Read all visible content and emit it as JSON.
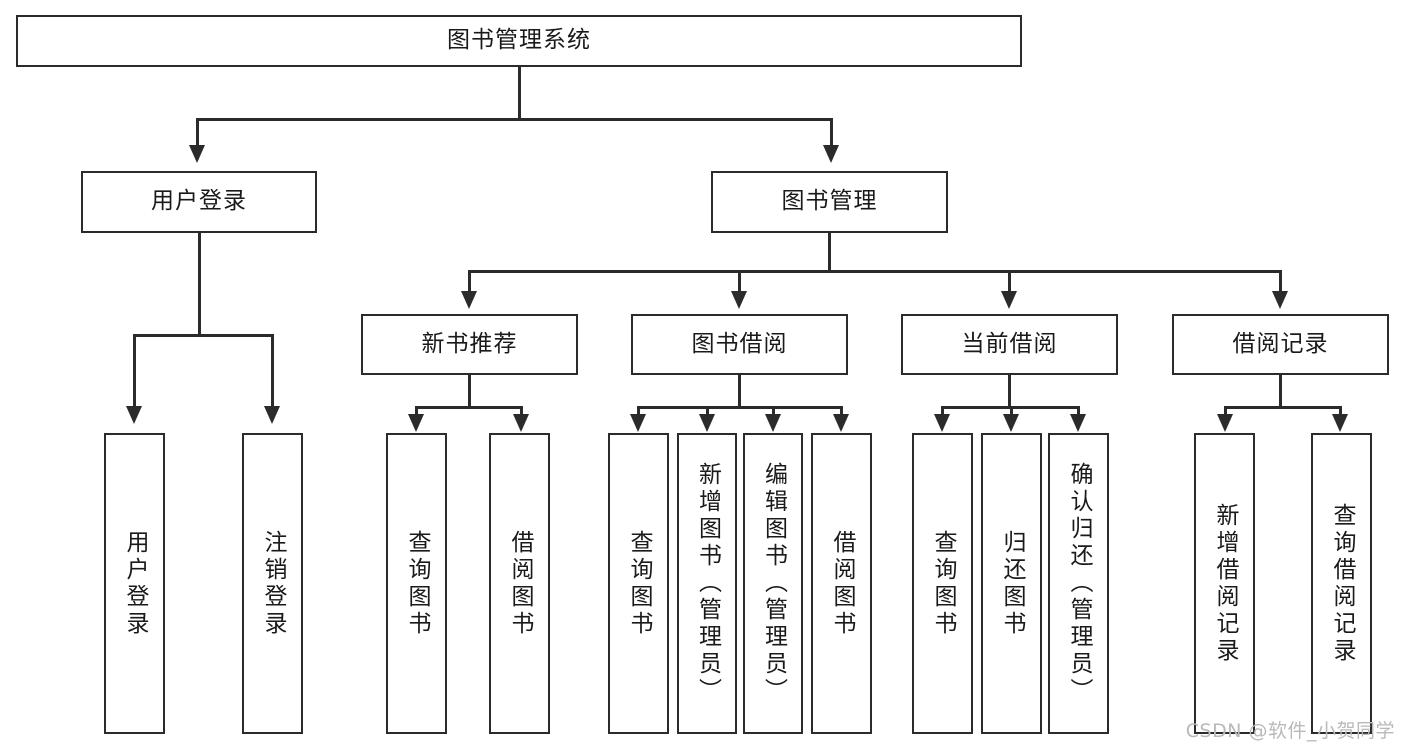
{
  "diagram": {
    "type": "tree",
    "title": "图书管理系统",
    "watermark": "CSDN @软件_小贺同学",
    "colors": {
      "stroke": "#2b2b2b",
      "fill": "#ffffff",
      "text": "#1a1a1a",
      "watermark": "#b9b9b9"
    },
    "levels": {
      "root": {
        "label": "图书管理系统"
      },
      "level2": [
        {
          "label": "用户登录"
        },
        {
          "label": "图书管理"
        }
      ],
      "level3": [
        {
          "label": "新书推荐"
        },
        {
          "label": "图书借阅"
        },
        {
          "label": "当前借阅"
        },
        {
          "label": "借阅记录"
        }
      ],
      "leaves": {
        "user_login": [
          {
            "label": "用户登录"
          },
          {
            "label": "注销登录"
          }
        ],
        "new_book": [
          {
            "label": "查询图书"
          },
          {
            "label": "借阅图书"
          }
        ],
        "book_borrow": [
          {
            "label": "查询图书"
          },
          {
            "label": "新增图书（管理员）"
          },
          {
            "label": "编辑图书（管理员）"
          },
          {
            "label": "借阅图书"
          }
        ],
        "current_borrow": [
          {
            "label": "查询图书"
          },
          {
            "label": "归还图书"
          },
          {
            "label": "确认归还（管理员）"
          }
        ],
        "borrow_record": [
          {
            "label": "新增借阅记录"
          },
          {
            "label": "查询借阅记录"
          }
        ]
      }
    }
  }
}
